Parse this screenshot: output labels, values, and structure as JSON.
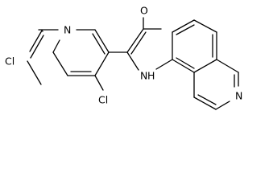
{
  "molecule": {
    "atoms": {
      "cl_left": "Cl",
      "n_pyridine": "N",
      "o_carbonyl": "O",
      "nh_amide": "N",
      "h_amide": "H",
      "cl_bottom": "Cl",
      "n_quinoline": "N"
    }
  },
  "colors": {
    "bond": "#000000",
    "label": "#000000",
    "background": "#ffffff"
  }
}
